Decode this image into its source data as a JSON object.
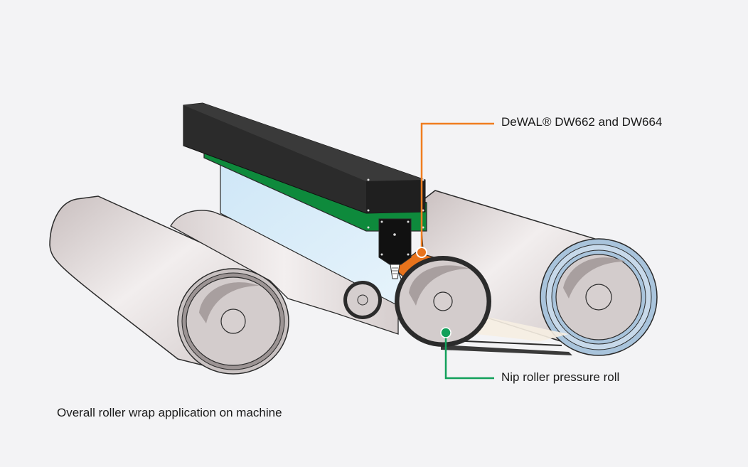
{
  "labels": {
    "applicator": "DeWAL® DW662 and DW664",
    "nip_roller": "Nip roller pressure roll",
    "caption": "Overall roller wrap application on machine"
  },
  "colors": {
    "background": "#f3f3f5",
    "roll_body": "#ddd6d6",
    "roll_end": "#c9c2c2",
    "blue_roll_rim": "#a9c4dc",
    "film_sheet": "#d6ecfa",
    "beam_black": "#2b2b2b",
    "beam_green": "#0e8a3c",
    "callout_orange": "#f07d1f",
    "callout_green": "#12a05a",
    "pressure_roll_orange": "#e8731c"
  },
  "icons": {
    "applicator_marker": "orange-ring-marker",
    "nip_marker": "green-dot-marker"
  }
}
